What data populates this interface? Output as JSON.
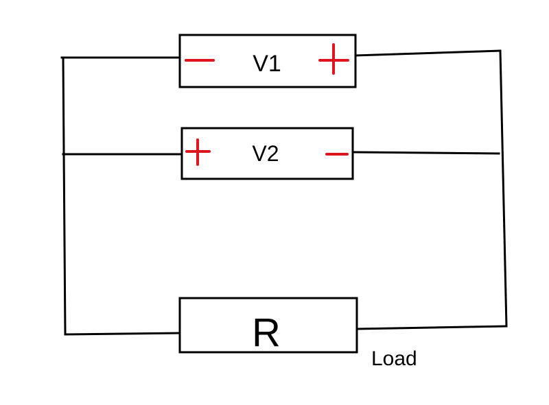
{
  "diagram": {
    "sources": [
      {
        "name": "V1",
        "left_terminal": "minus",
        "right_terminal": "plus"
      },
      {
        "name": "V2",
        "left_terminal": "plus",
        "right_terminal": "minus"
      }
    ],
    "load": {
      "symbol": "R",
      "caption": "Load"
    },
    "colors": {
      "wire": "#000000",
      "polarity": "#e0141e"
    }
  }
}
